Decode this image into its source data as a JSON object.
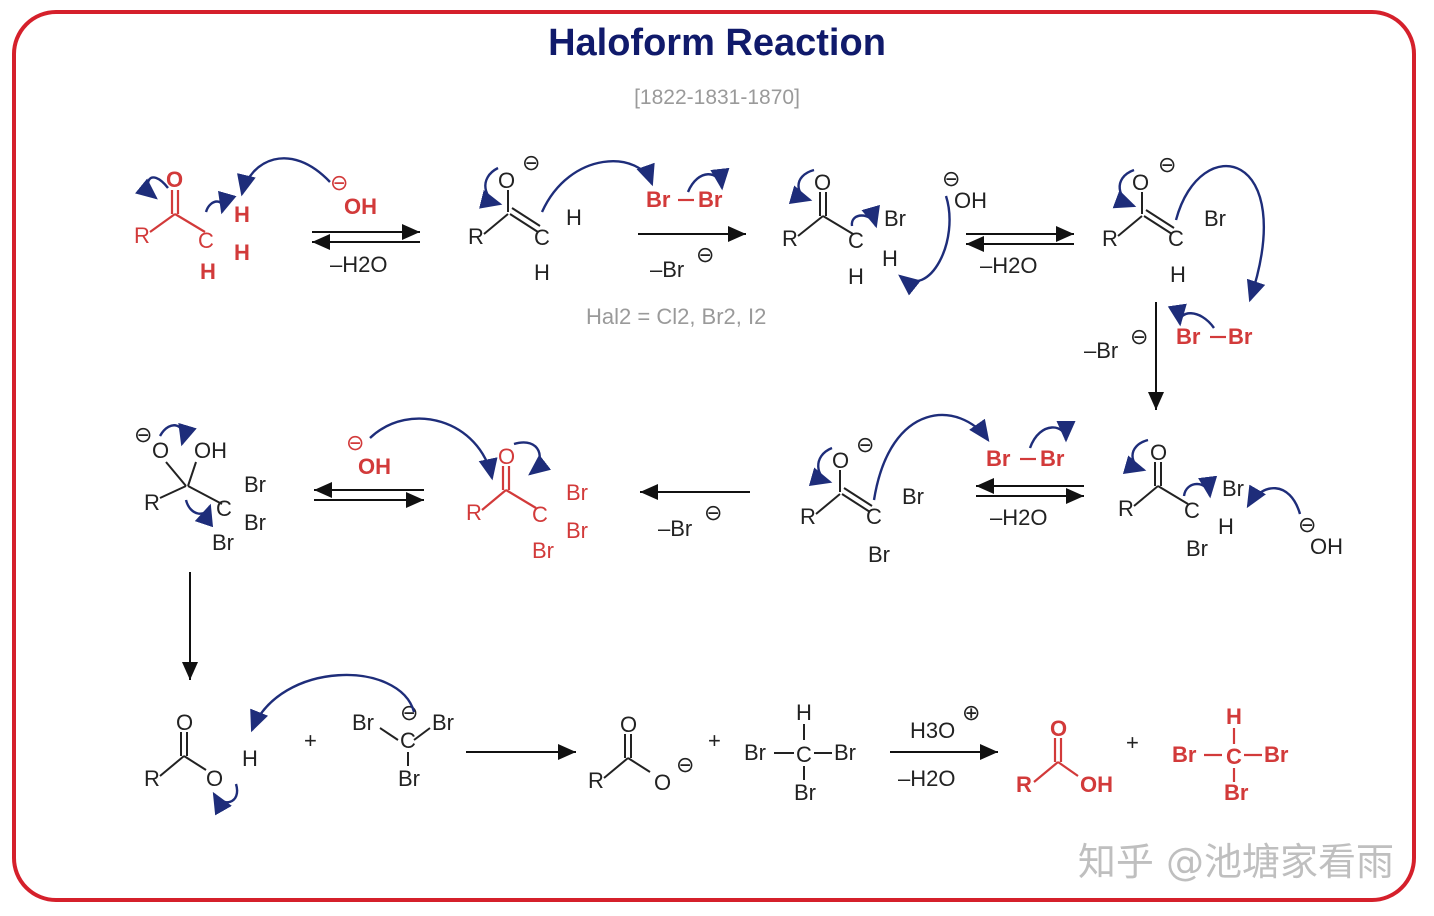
{
  "title": "Haloform Reaction",
  "years": "[1822-1831-1870]",
  "hal_note": "Hal2 = Cl2, Br2, I2",
  "labels": {
    "R": "R",
    "O": "O",
    "H": "H",
    "C": "C",
    "Br": "Br",
    "OH": "OH",
    "minus": "⊖",
    "plus": "⊕",
    "neg_br": "–Br",
    "neg_h2o": "–H2O",
    "h3o": "H3O",
    "plus_sign": "+"
  },
  "colors": {
    "frame": "#d5202b",
    "title": "#101a6b",
    "reactant": "#d23a3a",
    "curved_arrow": "#1e2d7a"
  },
  "watermark": "知乎 @池塘家看雨"
}
